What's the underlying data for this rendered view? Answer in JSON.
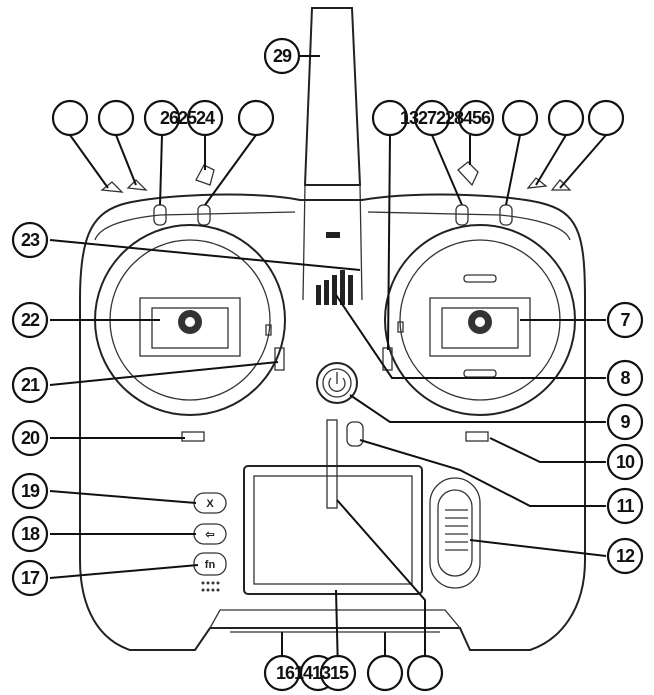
{
  "callouts": {
    "c1": "",
    "c2": "",
    "c3": "",
    "c4": "",
    "c5": "",
    "c6": "",
    "c7": "7",
    "c8": "8",
    "c9": "9",
    "c10": "10",
    "c11": "11",
    "c12": "12",
    "c13": "",
    "c14": "",
    "c15": "",
    "c16": "",
    "c17": "17",
    "c18": "18",
    "c19": "19",
    "c20": "20",
    "c21": "21",
    "c22": "22",
    "c23": "23",
    "c24": "",
    "c25": "",
    "c26": "",
    "c27": "",
    "c28": "",
    "c29": "29"
  },
  "overlap_labels": {
    "top_left": "262524",
    "top_right": "1327228456",
    "bottom": "16141315"
  },
  "buttons": {
    "clear": "X",
    "back": "⇦",
    "function": "fn"
  }
}
